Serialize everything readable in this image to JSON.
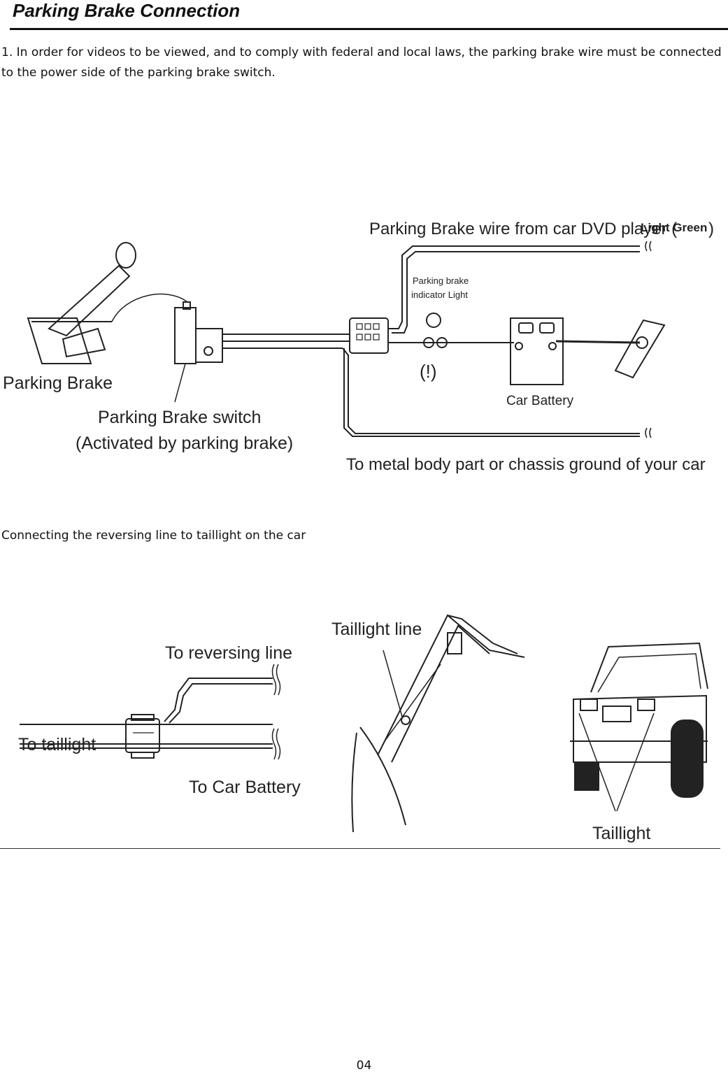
{
  "header": {
    "title": "Parking Brake Connection"
  },
  "intro": {
    "paragraph": "1. In order for videos to be viewed, and to comply with federal and local laws, the parking brake wire must be connected to the power side of the parking brake switch."
  },
  "diagram1": {
    "label_top_wire": "Parking Brake wire from car DVD player (",
    "label_top_wire_color": "Light Green",
    "label_top_wire_close": ")",
    "label_indicator_1": "Parking brake",
    "label_indicator_2": "indicator Light",
    "label_indicator_symbol": "(!)",
    "label_parking_brake": "Parking Brake",
    "label_switch_1": "Parking Brake switch",
    "label_switch_2": "(Activated by parking brake)",
    "label_battery": "Car Battery",
    "label_ground": "To metal body part or chassis ground of your car"
  },
  "section2": {
    "heading": "Connecting the reversing line to taillight on the car"
  },
  "diagram2": {
    "label_reversing": "To reversing line",
    "label_taillight_left": "To taillight",
    "label_battery": "To Car Battery",
    "label_taillight_line": "Taillight line",
    "label_taillight": "Taillight"
  },
  "footer": {
    "page_number": "04"
  }
}
